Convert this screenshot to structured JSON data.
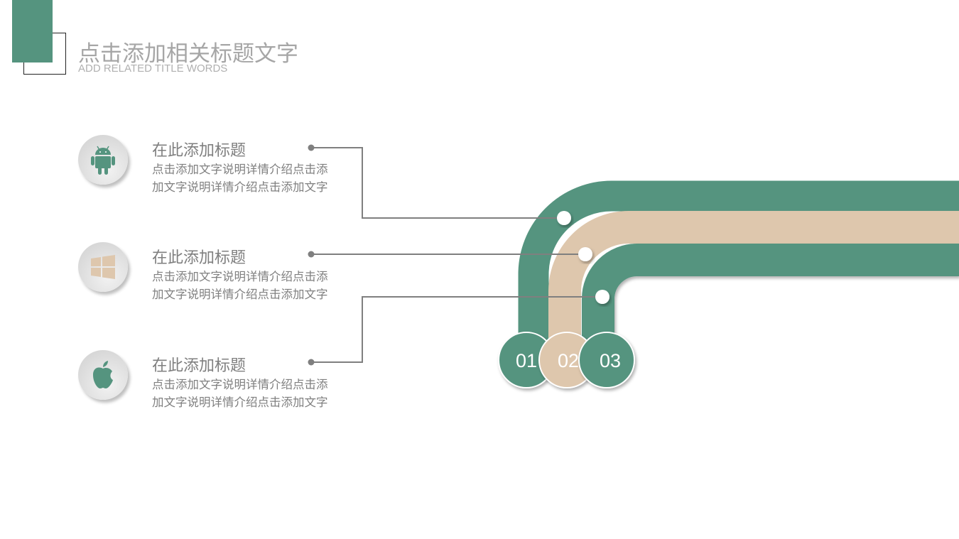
{
  "header": {
    "title": "点击添加相关标题文字",
    "subtitle": "ADD RELATED TITLE  WORDS"
  },
  "items": [
    {
      "icon": "android-icon",
      "title": "在此添加标题",
      "desc": "点击添加文字说明详情介绍点击添加文字说明详情介绍点击添加文字",
      "number": "01"
    },
    {
      "icon": "windows-icon",
      "title": "在此添加标题",
      "desc": "点击添加文字说明详情介绍点击添加文字说明详情介绍点击添加文字",
      "number": "02"
    },
    {
      "icon": "apple-icon",
      "title": "在此添加标题",
      "desc": "点击添加文字说明详情介绍点击添加文字说明详情介绍点击添加文字",
      "number": "03"
    }
  ],
  "colors": {
    "green": "#55947f",
    "beige": "#dec7ad",
    "line": "#7f7f7f"
  }
}
